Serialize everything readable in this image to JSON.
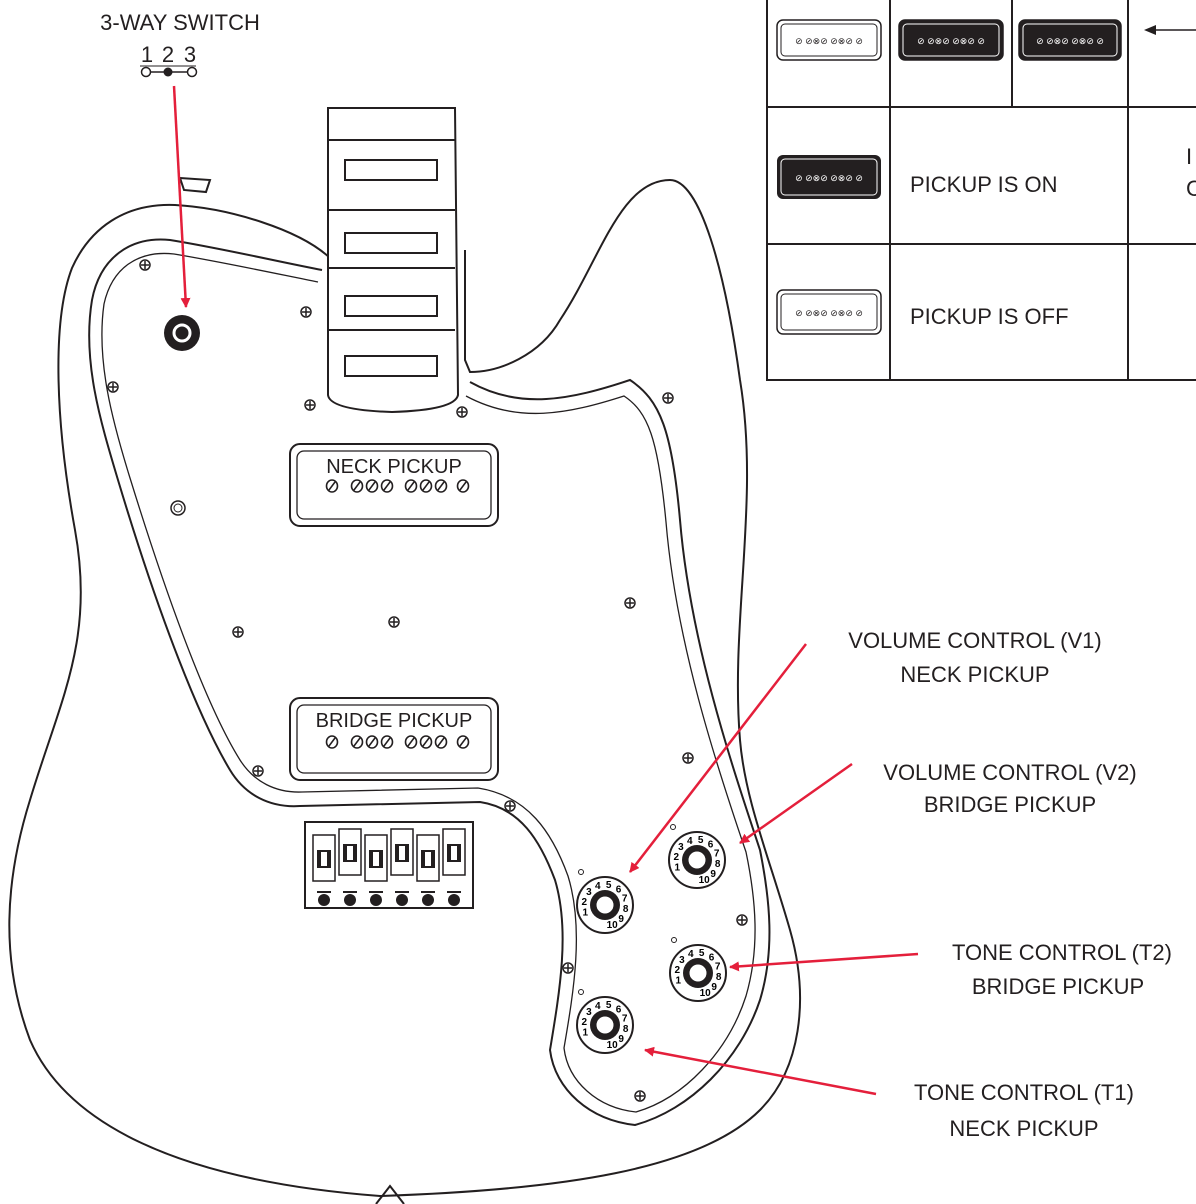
{
  "switch": {
    "title": "3-WAY SWITCH",
    "pos1": "1",
    "pos2": "2",
    "pos3": "3"
  },
  "pickups": {
    "neck": "NECK PICKUP",
    "bridge": "BRIDGE PICKUP"
  },
  "callouts": {
    "v1_line1": "VOLUME CONTROL (V1)",
    "v1_line2": "NECK PICKUP",
    "v2_line1": "VOLUME CONTROL (V2)",
    "v2_line2": "BRIDGE PICKUP",
    "t2_line1": "TONE CONTROL (T2)",
    "t2_line2": "BRIDGE PICKUP",
    "t1_line1": "TONE CONTROL (T1)",
    "t1_line2": "NECK PICKUP"
  },
  "legend": {
    "on_text": "PICKUP IS ON",
    "off_text": "PICKUP IS OFF",
    "cropped_line1": "I",
    "cropped_line2": "C"
  },
  "knob_numbers": [
    "1",
    "2",
    "3",
    "4",
    "5",
    "6",
    "7",
    "8",
    "9",
    "10"
  ],
  "colors": {
    "ink": "#231f20",
    "arrow": "#e41f3b"
  }
}
